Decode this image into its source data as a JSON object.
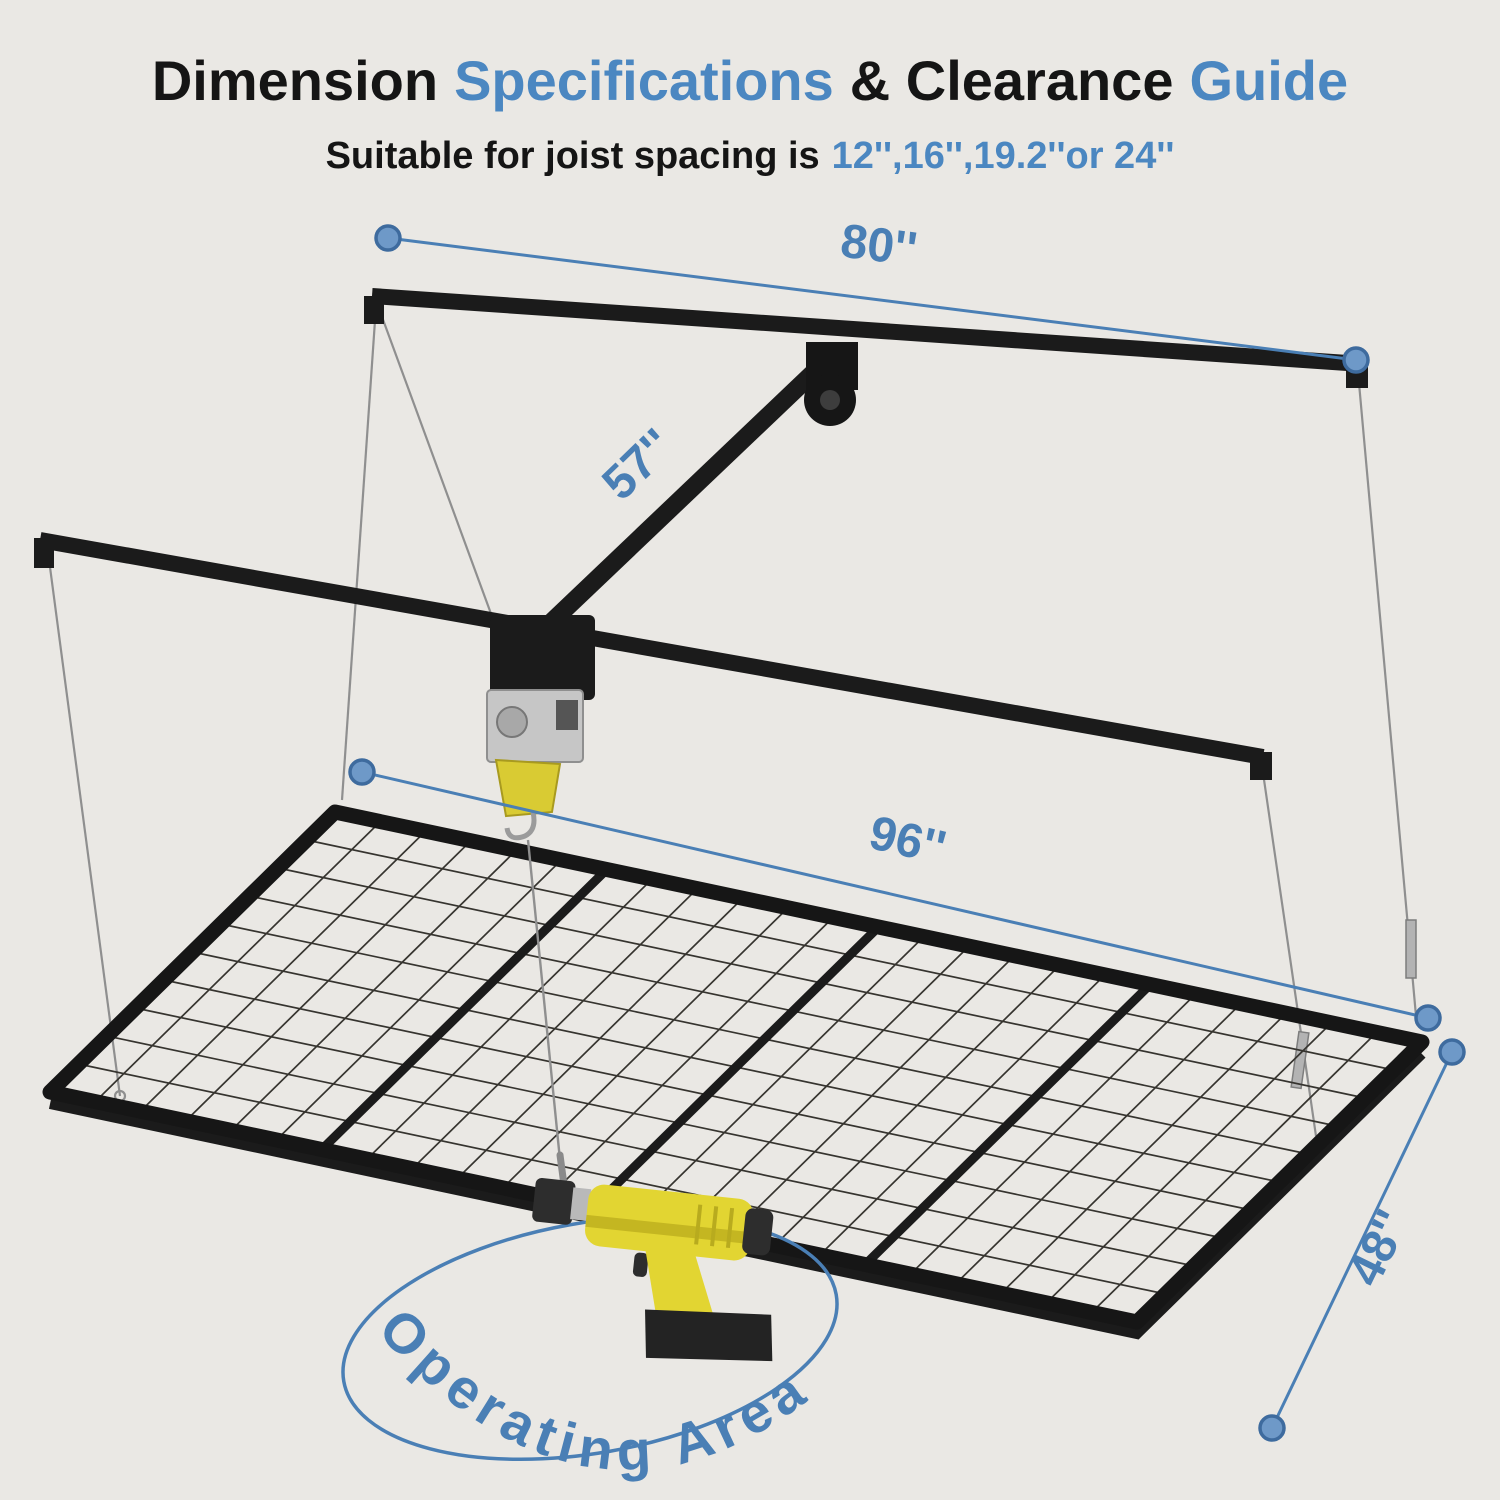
{
  "title": {
    "part1": "Dimension",
    "part2": "Specifications",
    "part3": "& Clearance",
    "part4": "Guide"
  },
  "subtitle": {
    "prefix": "Suitable for joist spacing is",
    "values": "12'',16'',19.2''or 24''"
  },
  "dimensions": {
    "rail_length": "80''",
    "rail_spacing": "57''",
    "platform_length": "96''",
    "platform_width": "48''"
  },
  "labels": {
    "operating_area": "Operating Area"
  },
  "colors": {
    "background": "#eae8e4",
    "heading_dark": "#151515",
    "heading_blue": "#4b87c1",
    "dimension_blue": "#4a7fb5",
    "frame_black": "#1b1b1b",
    "cable_gray": "#8f8f8f",
    "drill_yellow": "#e2d532"
  }
}
